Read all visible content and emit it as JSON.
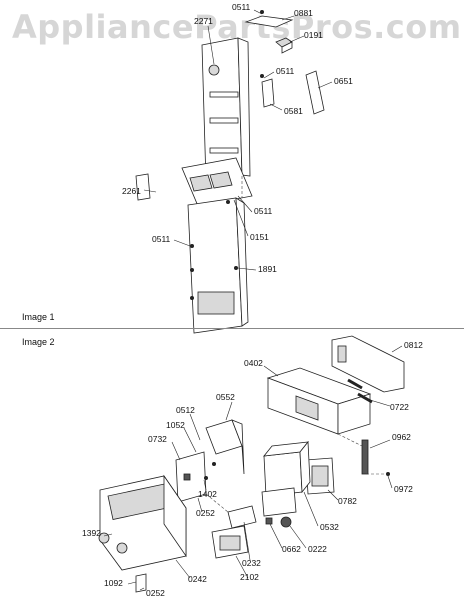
{
  "watermark": "AppliancePartsPros.com",
  "image1": {
    "label": "Image 1",
    "parts": [
      "0511",
      "0881",
      "0191",
      "2271",
      "0511",
      "0651",
      "0581",
      "2261",
      "0511",
      "0151",
      "0511",
      "1891"
    ]
  },
  "image2": {
    "label": "Image 2",
    "parts": [
      "0812",
      "0402",
      "0722",
      "0552",
      "0512",
      "1052",
      "0732",
      "0962",
      "0972",
      "1402",
      "0782",
      "0532",
      "0252",
      "1392",
      "0222",
      "0232",
      "0662",
      "2102",
      "0242",
      "1092",
      "0252"
    ]
  }
}
